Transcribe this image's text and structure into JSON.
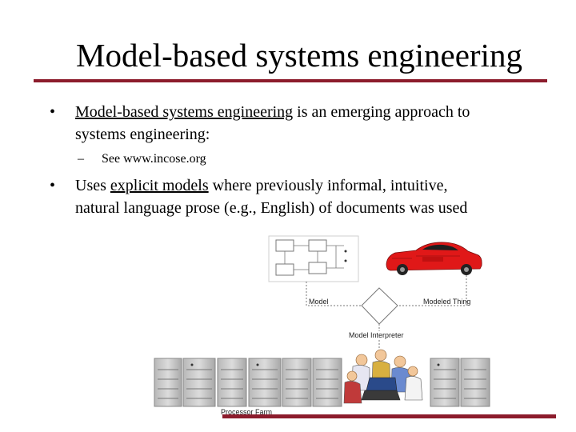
{
  "slide": {
    "title": "Model-based systems engineering",
    "bullet_glyph": "•",
    "bullet1": {
      "underlined": "Model-based systems engineering",
      "rest_line1": " is an emerging approach to",
      "line2": "systems engineering:"
    },
    "sub1": {
      "dash": "–",
      "text": "See www.incose.org"
    },
    "bullet2": {
      "prefix": "Uses ",
      "underlined": "explicit models",
      "rest_line1": " where previously informal, intuitive,",
      "line2": "natural language prose (e.g., English) of documents was used"
    },
    "diagram": {
      "model_label": "Model",
      "modeled_thing_label": "Modeled Thing",
      "interpreter_label": "Model Interpreter",
      "farm_label": "Processor Farm"
    },
    "colors": {
      "accent_rule": "#8c1c2c",
      "car_red": "#e01818"
    }
  }
}
